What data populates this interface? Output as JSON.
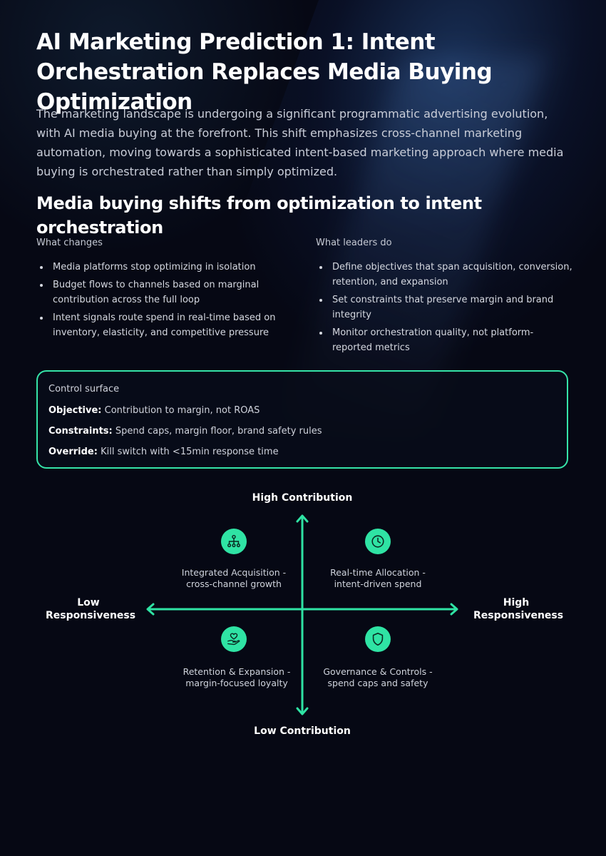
{
  "title": "AI Marketing Prediction 1: Intent Orchestration Replaces Media Buying Optimization",
  "intro": "The marketing landscape is undergoing a significant programmatic advertising evolution, with AI media buying at the forefront. This shift emphasizes cross-channel marketing automation, moving towards a sophisticated intent-based marketing approach where media buying is orchestrated rather than simply optimized.",
  "section_heading": "Media buying shifts from optimization to intent orchestration",
  "what_changes": {
    "title": "What changes",
    "items": [
      "Media platforms stop optimizing in isolation",
      "Budget flows to channels based on marginal contribution across the full loop",
      "Intent signals route spend in real-time based on inventory, elasticity, and competitive pressure"
    ]
  },
  "what_leaders_do": {
    "title": "What leaders do",
    "items": [
      "Define objectives that span acquisition, conversion, retention, and expansion",
      "Set constraints that preserve margin and brand integrity",
      "Monitor orchestration quality, not platform-reported metrics"
    ]
  },
  "control_surface": {
    "title": "Control surface",
    "rows": [
      {
        "label": "Objective:",
        "value": "Contribution to margin, not ROAS"
      },
      {
        "label": "Constraints:",
        "value": "Spend caps, margin floor, brand safety rules"
      },
      {
        "label": "Override:",
        "value": "Kill switch with <15min response time"
      }
    ]
  },
  "quadrant": {
    "axis_top": "High Contribution",
    "axis_bottom": "Low Contribution",
    "axis_left": "Low Responsiveness",
    "axis_right": "High Responsiveness",
    "top_left": {
      "icon": "network-icon",
      "line1": "Integrated Acquisition -",
      "line2": "cross-channel growth"
    },
    "top_right": {
      "icon": "clock-icon",
      "line1": "Real-time Allocation -",
      "line2": "intent-driven spend"
    },
    "bottom_left": {
      "icon": "heart-hand-icon",
      "line1": "Retention & Expansion -",
      "line2": "margin-focused loyalty"
    },
    "bottom_right": {
      "icon": "shield-icon",
      "line1": "Governance & Controls -",
      "line2": "spend caps and safety"
    }
  },
  "colors": {
    "accent": "#2fe3a4",
    "background": "#060814",
    "text": "#ffffff"
  }
}
